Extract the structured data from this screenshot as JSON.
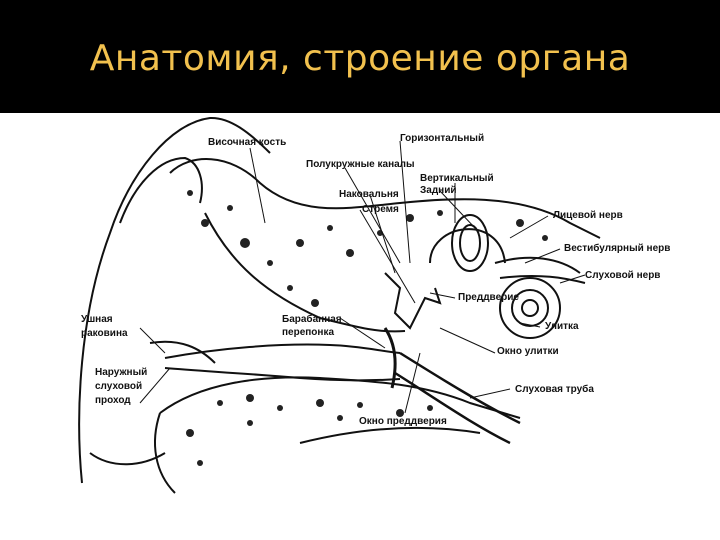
{
  "slide": {
    "title": "Анатомия, строение органа"
  },
  "labels": {
    "temporal_bone": "Височная кость",
    "horizontal": "Горизонтальный",
    "semicircular_canals": "Полукружные каналы",
    "vertical": "Вертикальный",
    "incus": "Наковальня",
    "posterior": "Задний",
    "stapes": "Стремя",
    "facial_nerve": "Лицевой нерв",
    "vestibular_nerve": "Вестибулярный нерв",
    "auditory_nerve": "Слуховой нерв",
    "vestibule": "Преддверие",
    "pinna_1": "Ушная",
    "pinna_2": "раковина",
    "eardrum_1": "Барабанная",
    "eardrum_2": "перепонка",
    "cochlea": "Улитка",
    "round_window": "Окно улитки",
    "ear_canal_1": "Наружный",
    "ear_canal_2": "слуховой",
    "ear_canal_3": "проход",
    "eustachian_tube": "Слуховая труба",
    "oval_window": "Окно преддверия"
  }
}
